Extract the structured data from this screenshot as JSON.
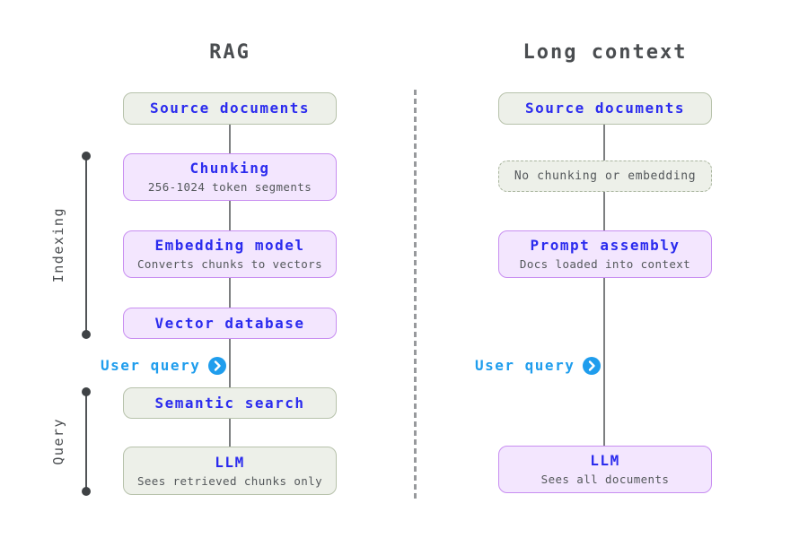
{
  "rag": {
    "title": "RAG",
    "source": {
      "title": "Source documents"
    },
    "chunking": {
      "title": "Chunking",
      "subtitle": "256-1024 token segments"
    },
    "embedding": {
      "title": "Embedding model",
      "subtitle": "Converts chunks to vectors"
    },
    "vector_db": {
      "title": "Vector database"
    },
    "user_query": "User query",
    "semantic_search": {
      "title": "Semantic search"
    },
    "llm": {
      "title": "LLM",
      "subtitle": "Sees retrieved chunks only"
    },
    "stages": {
      "indexing": "Indexing",
      "query": "Query"
    }
  },
  "long_context": {
    "title": "Long context",
    "source": {
      "title": "Source documents"
    },
    "no_chunking": {
      "title": "No chunking or embedding"
    },
    "prompt_assembly": {
      "title": "Prompt assembly",
      "subtitle": "Docs loaded into context"
    },
    "user_query": "User query",
    "llm": {
      "title": "LLM",
      "subtitle": "Sees all documents"
    }
  },
  "icons": {
    "user_query_arrow": "chevron-right-circle"
  },
  "colors": {
    "purple_bg": "#f3e6fe",
    "purple_border": "#c88ef1",
    "neutral_bg": "#edf0e9",
    "neutral_border": "#b7c2ab",
    "dashed_border": "#a9b59e",
    "blue_text": "#2b2bee",
    "cyan_accent": "#1f9ded",
    "gray_text": "#54585b",
    "title_gray": "#4a4d50",
    "connector_line": "#7c7e80",
    "divider": "#97999c"
  }
}
